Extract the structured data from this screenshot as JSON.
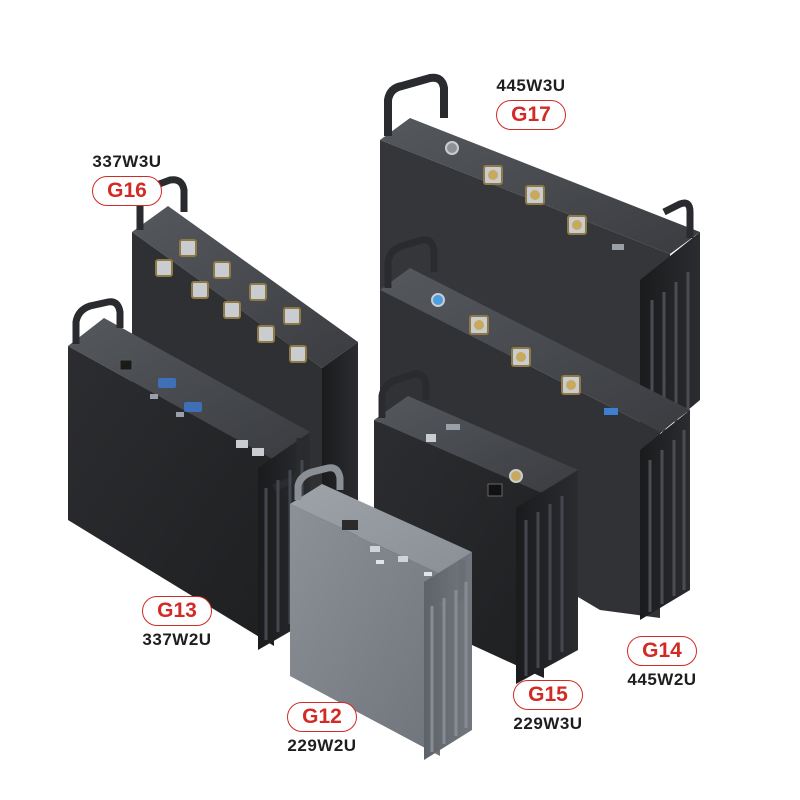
{
  "products": [
    {
      "id": "g17",
      "code": "G17",
      "model": "445W3U"
    },
    {
      "id": "g16",
      "code": "G16",
      "model": "337W3U"
    },
    {
      "id": "g13",
      "code": "G13",
      "model": "337W2U"
    },
    {
      "id": "g14",
      "code": "G14",
      "model": "445W2U"
    },
    {
      "id": "g15",
      "code": "G15",
      "model": "229W3U"
    },
    {
      "id": "g12",
      "code": "G12",
      "model": "229W2U"
    }
  ],
  "colors": {
    "accent": "#d22a25",
    "text": "#1e1e1e",
    "case_dark": "#2f3033",
    "case_grey": "#7d8289"
  }
}
